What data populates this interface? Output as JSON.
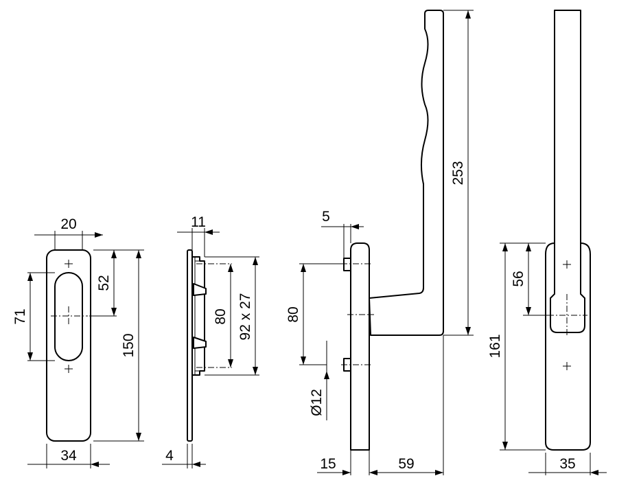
{
  "dimensions": {
    "front_plate": {
      "width_top": "20",
      "height_52": "52",
      "height_71": "71",
      "height_150": "150",
      "width_bottom": "34"
    },
    "side_plate": {
      "thickness_11": "11",
      "height_80": "80",
      "size_92x27": "92 x 27",
      "thickness_4": "4"
    },
    "handle_side": {
      "width_5": "5",
      "height_80": "80",
      "diameter_12": "Ø12",
      "height_253": "253",
      "depth_15": "15",
      "depth_59": "59"
    },
    "handle_front": {
      "height_56": "56",
      "height_161": "161",
      "width_35": "35"
    }
  }
}
